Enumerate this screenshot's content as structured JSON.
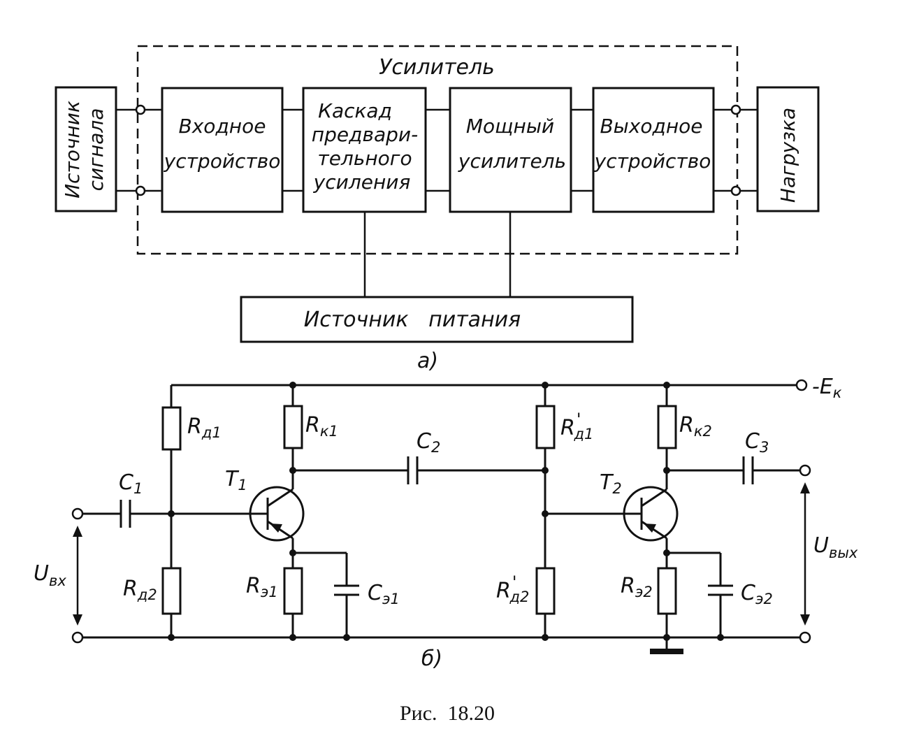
{
  "block_diagram": {
    "amplifier_label": "Усилитель",
    "signal_source": [
      "Источник",
      "сигнала"
    ],
    "input_device": [
      "Входное",
      "устройство"
    ],
    "preamp_stage": [
      "Каскад",
      "предвари-",
      "тельного",
      "усиления"
    ],
    "power_amp": [
      "Мощный",
      "усилитель"
    ],
    "output_device": [
      "Выходное",
      "устройство"
    ],
    "load": "Нагрузка",
    "power_supply": "Источник   питания",
    "sublabel": "а)"
  },
  "schematic": {
    "supply": "-E",
    "supply_sub": "к",
    "c1": "C",
    "c1_sub": "1",
    "c2": "C",
    "c2_sub": "2",
    "c3": "C",
    "c3_sub": "3",
    "t1": "T",
    "t1_sub": "1",
    "t2": "T",
    "t2_sub": "2",
    "rd1": "R",
    "rd1_sub": "д1",
    "rd2": "R",
    "rd2_sub": "д2",
    "rk1": "R",
    "rk1_sub": "к1",
    "rk2": "R",
    "rk2_sub": "к2",
    "re1": "R",
    "re1_sub": "э1",
    "re2": "R",
    "re2_sub": "э2",
    "ce1": "C",
    "ce1_sub": "э1",
    "ce2": "C",
    "ce2_sub": "э2",
    "rd1p": "R",
    "rd1p_sub": "д1",
    "rd2p": "R",
    "rd2p_sub": "д2",
    "prime": "'",
    "uin": "U",
    "uin_sub": "вх",
    "uout": "U",
    "uout_sub": "вых",
    "sublabel": "б)"
  },
  "caption": "Рис.  18.20"
}
